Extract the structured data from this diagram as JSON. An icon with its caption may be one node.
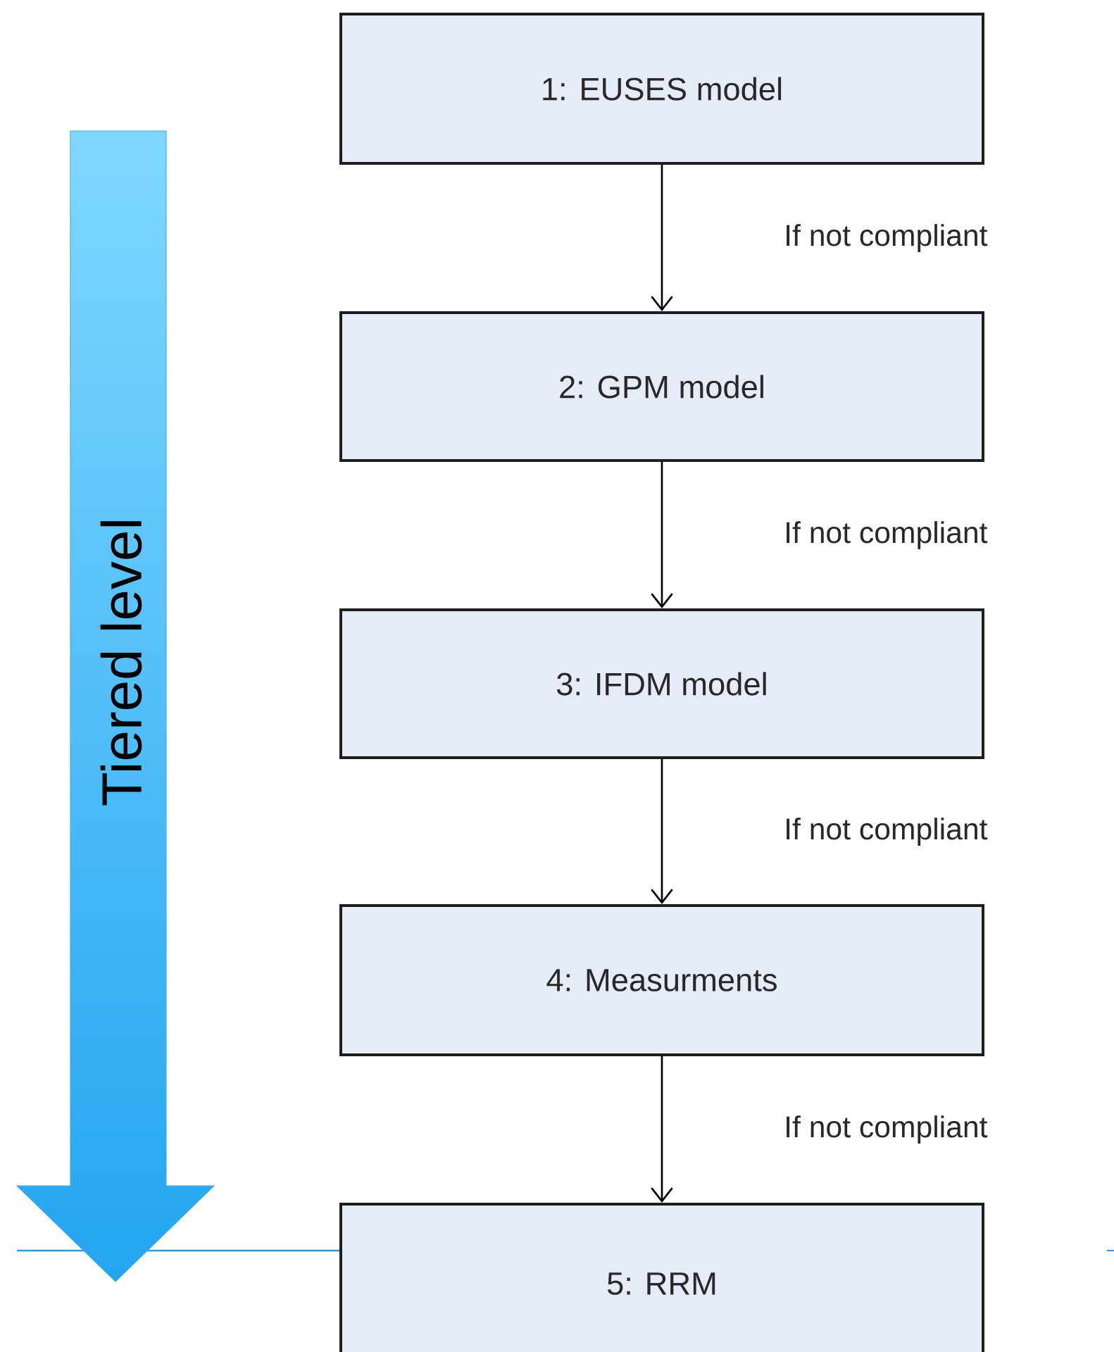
{
  "diagram": {
    "nodes": [
      {
        "text": [
          "1: EUSES model"
        ]
      },
      {
        "text": [
          "2: GPM model"
        ]
      },
      {
        "text": [
          "3: IFDM model"
        ]
      },
      {
        "text": [
          "4: Measurments"
        ]
      },
      {
        "text": [
          "5: RRM"
        ]
      }
    ],
    "edges": [
      {
        "from": 0,
        "to": 1,
        "arrow": "to",
        "label": "If not compliant"
      },
      {
        "from": 1,
        "to": 2,
        "arrow": "to",
        "label": "If not compliant"
      },
      {
        "from": 2,
        "to": 3,
        "arrow": "to",
        "label": "If not compliant"
      },
      {
        "from": 3,
        "to": 4,
        "arrow": "to",
        "label": "If not compliant"
      }
    ],
    "labels": [
      "Tiered level"
    ]
  }
}
